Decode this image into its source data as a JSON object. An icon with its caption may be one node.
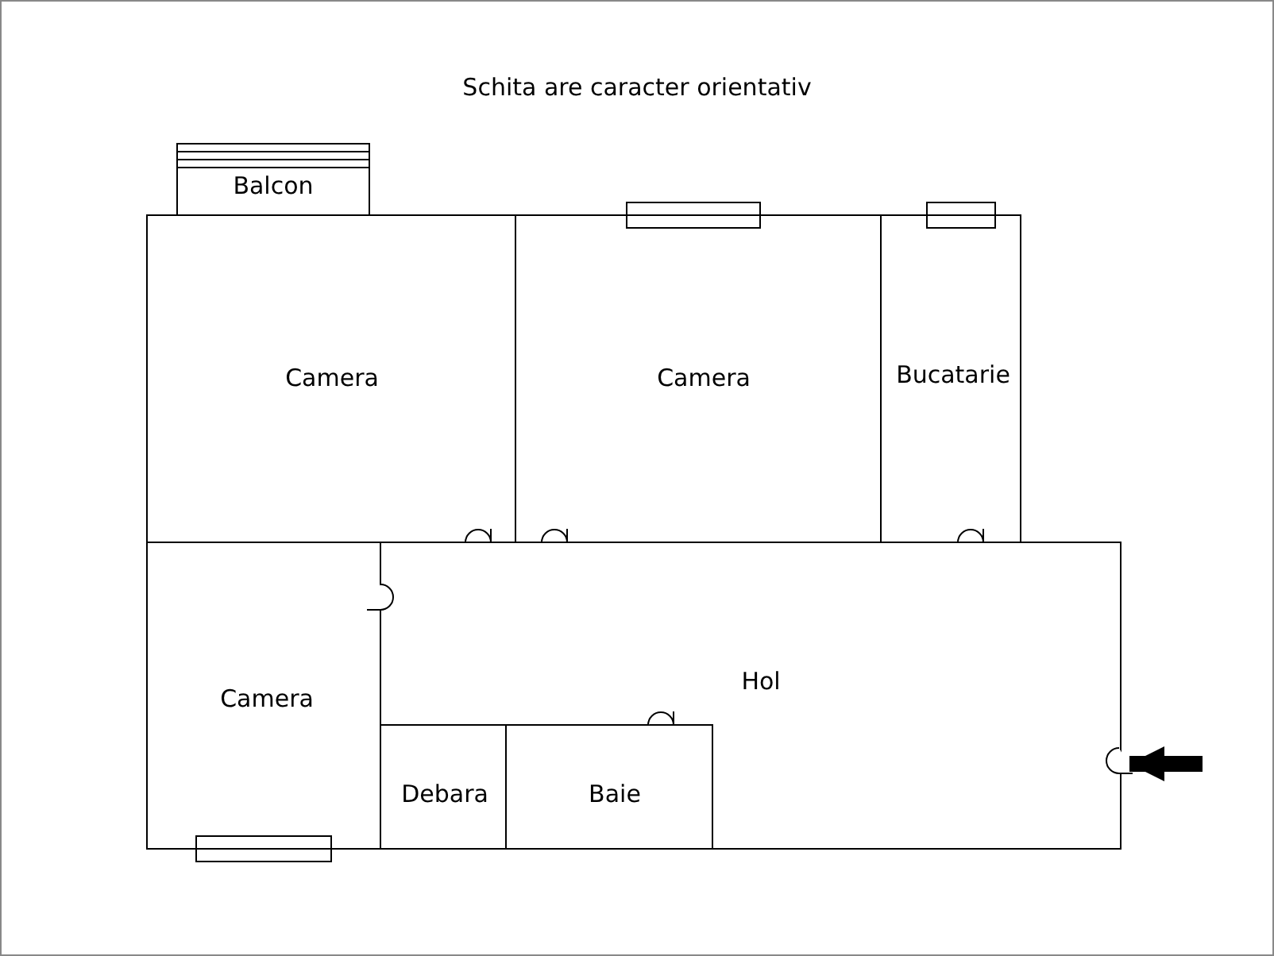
{
  "diagram": {
    "title": "Schita are caracter orientativ",
    "nodes": [
      {
        "text": [
          "Balcon"
        ]
      },
      {
        "text": [
          "Camera"
        ]
      },
      {
        "text": [
          "Camera"
        ]
      },
      {
        "text": [
          "Bucatarie"
        ]
      },
      {
        "text": [
          "Camera"
        ]
      },
      {
        "text": [
          "Hol"
        ]
      },
      {
        "text": [
          "Debara"
        ]
      },
      {
        "text": [
          "Baie"
        ]
      }
    ],
    "edges": [
      {
        "from": null,
        "to": 5,
        "arrow": "to"
      }
    ]
  }
}
